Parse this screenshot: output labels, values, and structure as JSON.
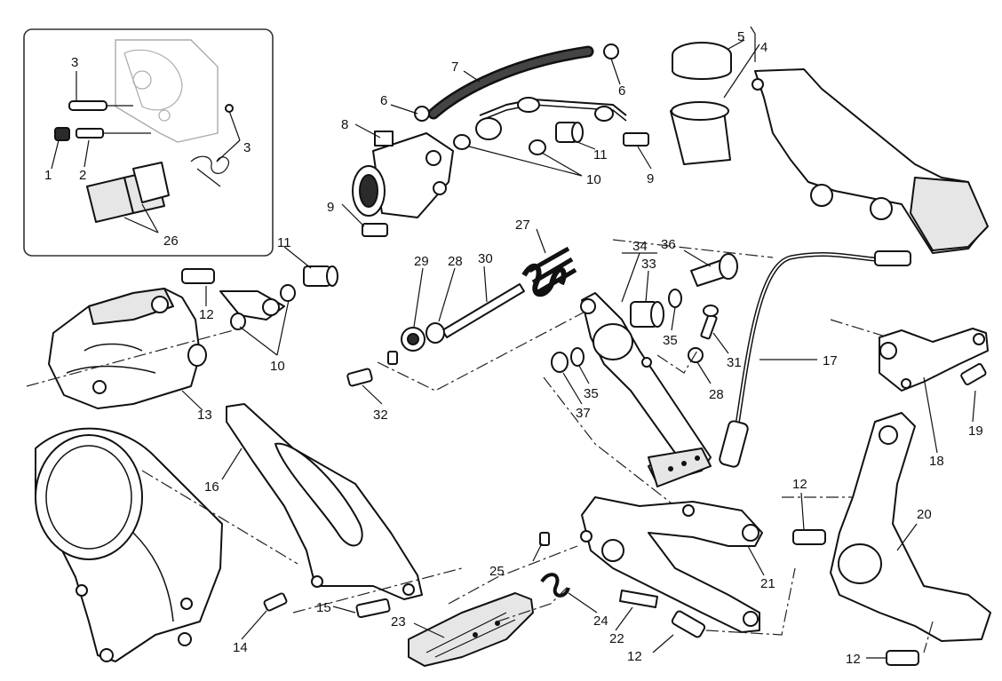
{
  "labels": {
    "inset_3a": "3",
    "inset_1": "1",
    "inset_2": "2",
    "inset_3b": "3",
    "inset_26": "26",
    "n7": "7",
    "n6a": "6",
    "n6b": "6",
    "n5": "5",
    "n4": "4",
    "n8": "8",
    "n9a": "9",
    "n9b": "9",
    "n11a": "11",
    "n10a": "10",
    "n11b": "11",
    "n12a": "12",
    "n10b": "10",
    "n13": "13",
    "n27": "27",
    "n29": "29",
    "n28a": "28",
    "n30": "30",
    "n34": "34",
    "n33": "33",
    "n36": "36",
    "n35a": "35",
    "n31": "31",
    "n17": "17",
    "n28b": "28",
    "n35b": "35",
    "n37": "37",
    "n32": "32",
    "n18": "18",
    "n19": "19",
    "n16": "16",
    "n12b": "12",
    "n20": "20",
    "n25": "25",
    "n21": "21",
    "n24": "24",
    "n15": "15",
    "n14": "14",
    "n23": "23",
    "n22": "22",
    "n12c": "12",
    "n12d": "12"
  }
}
